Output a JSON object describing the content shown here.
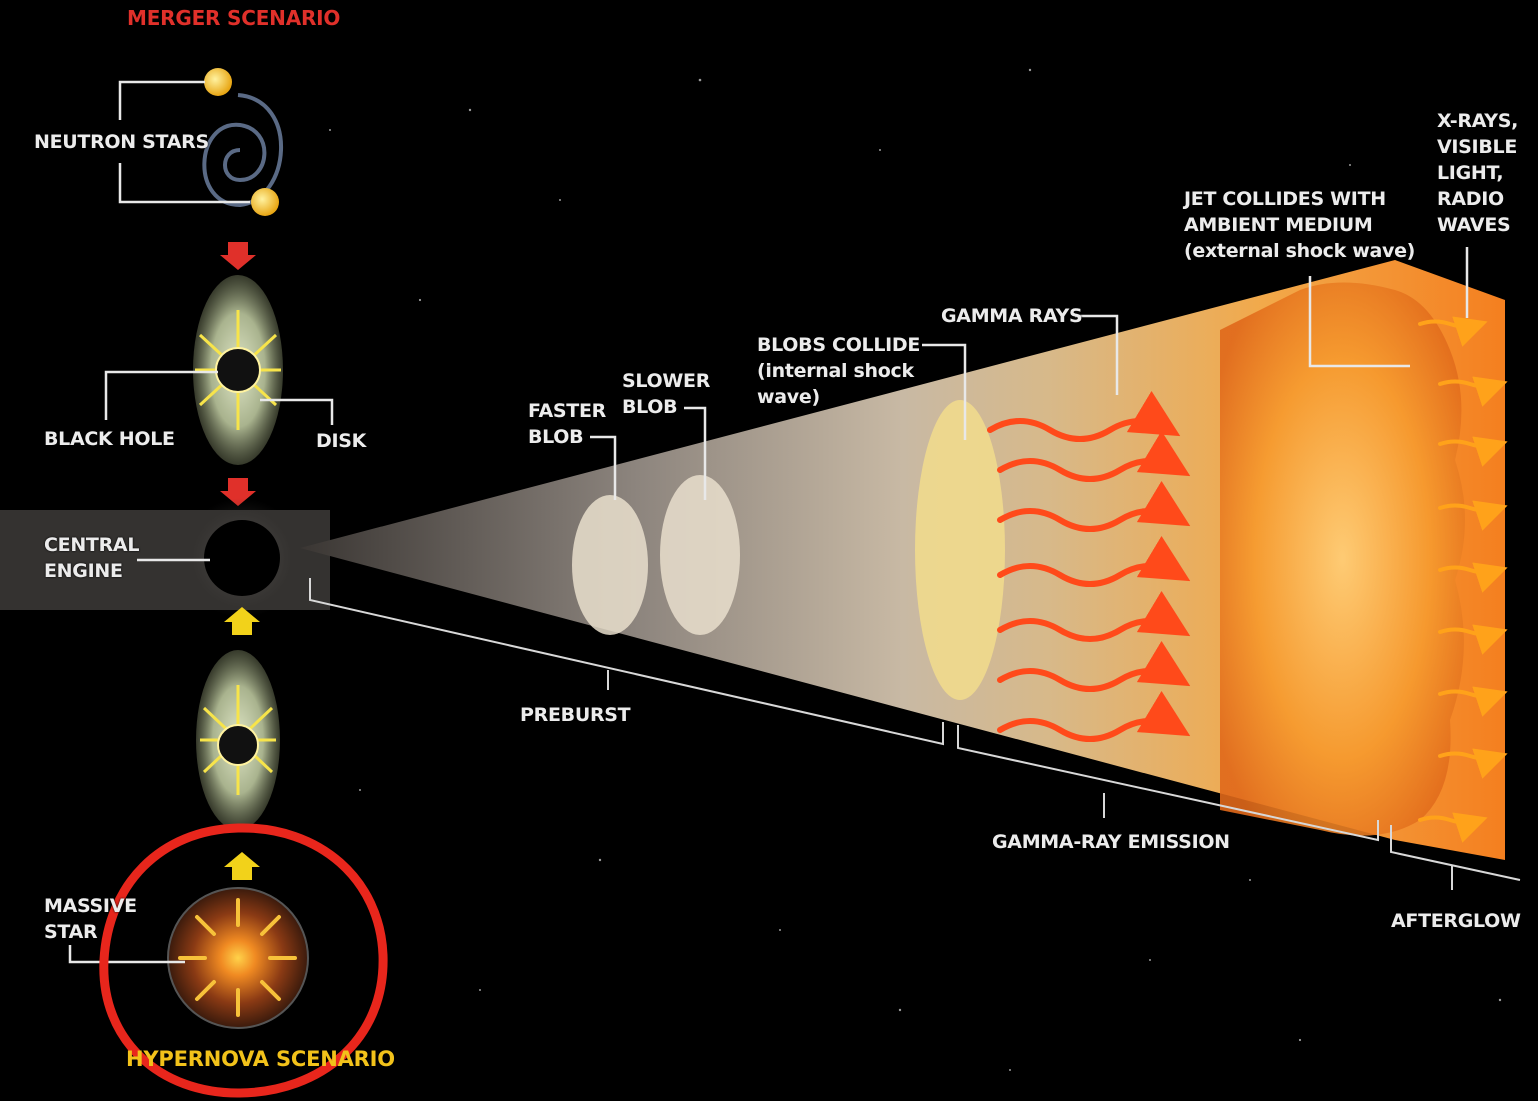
{
  "titles": {
    "merger": "MERGER SCENARIO",
    "hypernova": "HYPERNOVA SCENARIO"
  },
  "labels": {
    "neutron_stars": "NEUTRON STARS",
    "black_hole": "BLACK HOLE",
    "disk": "DISK",
    "central_engine": [
      "CENTRAL",
      "ENGINE"
    ],
    "massive_star": [
      "MASSIVE",
      "STAR"
    ],
    "faster_blob": [
      "FASTER",
      "BLOB"
    ],
    "slower_blob": [
      "SLOWER",
      "BLOB"
    ],
    "blobs_collide": [
      "BLOBS COLLIDE",
      "(internal shock",
      "wave)"
    ],
    "gamma_rays": "GAMMA RAYS",
    "jet_collides": [
      "JET COLLIDES WITH",
      "AMBIENT MEDIUM",
      "(external shock wave)"
    ],
    "xrays": [
      "X-RAYS,",
      "VISIBLE",
      "LIGHT,",
      "RADIO",
      "WAVES"
    ],
    "preburst": "PREBURST",
    "gamma_ray_emission": "GAMMA-RAY EMISSION",
    "afterglow": "AFTERGLOW"
  },
  "colors": {
    "merger_title": "#e0302a",
    "hypernova_title": "#f2c21a",
    "annotation_circle": "#e8261c",
    "gamma_rays": "#ff4a1a",
    "afterglow_arrows": "#ffa21a"
  }
}
